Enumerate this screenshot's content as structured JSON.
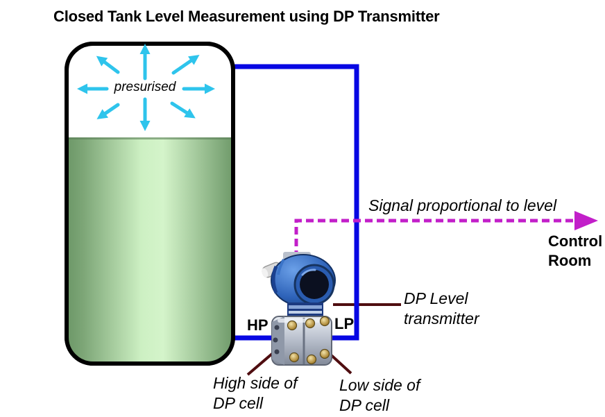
{
  "title": "Closed Tank Level Measurement using DP Transmitter",
  "tank": {
    "pressure_label": "presurised",
    "liquid_color_dark": "#6c9767",
    "liquid_color_light": "#d4f4ca",
    "arrow_color": "#2ec4ec"
  },
  "signal": {
    "label": "Signal proportional to level",
    "destination_line1": "Control",
    "destination_line2": "Room",
    "color": "#c21fc9"
  },
  "transmitter": {
    "hp_label": "HP",
    "lp_label": "LP",
    "name_line1": "DP Level",
    "name_line2": "transmitter"
  },
  "callouts": {
    "high_side_line1": "High side of",
    "high_side_line2": "DP cell",
    "low_side_line1": "Low side of",
    "low_side_line2": "DP cell",
    "pointer_color": "#4f0d10"
  },
  "pipe": {
    "color": "#0707e3"
  }
}
